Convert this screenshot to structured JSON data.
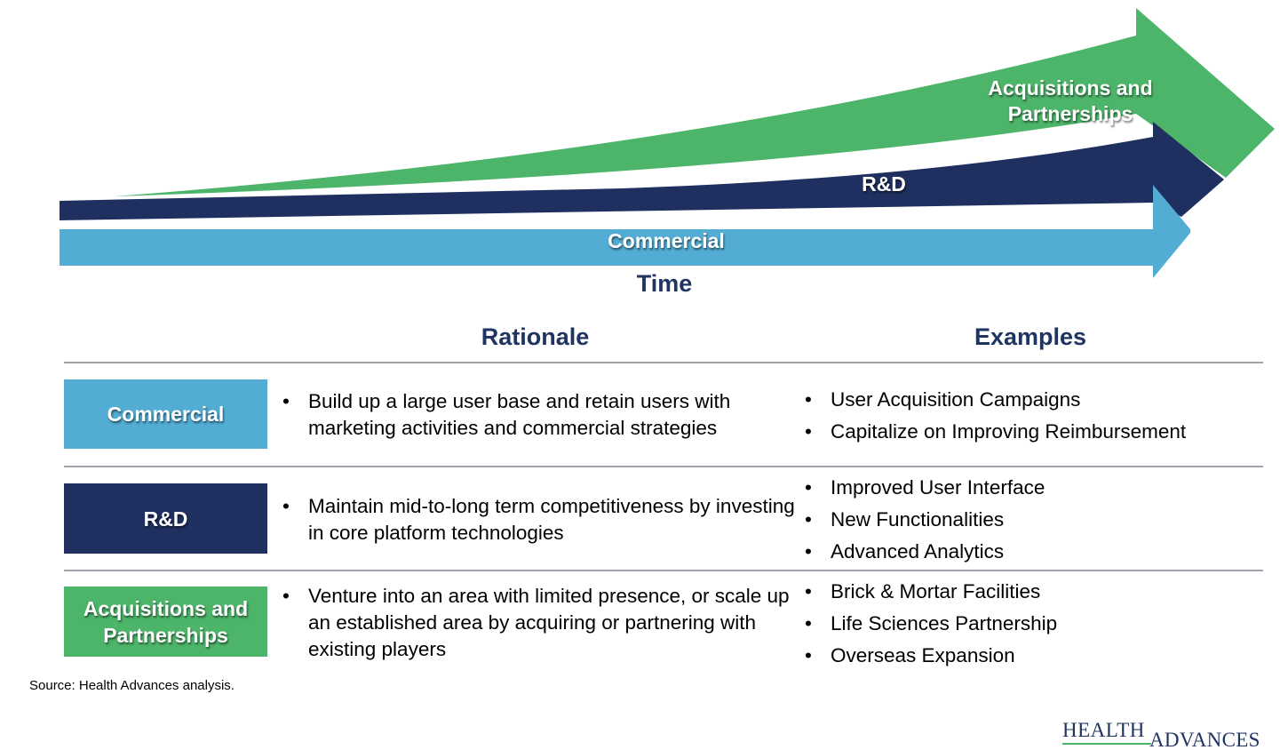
{
  "colors": {
    "commercial": "#52acd3",
    "rnd": "#1f3060",
    "acquisitions": "#4db56a",
    "heading": "#1f3461",
    "rule": "#9fa5ad"
  },
  "arrows": {
    "acquisitions_label": "Acquisitions and Partnerships",
    "rnd_label": "R&D",
    "commercial_label": "Commercial",
    "axis_label": "Time"
  },
  "table": {
    "header_rationale": "Rationale",
    "header_examples": "Examples",
    "rows": [
      {
        "category": "Commercial",
        "rationale": "Build up a large user base and retain users with marketing activities and commercial strategies",
        "examples": [
          "User Acquisition Campaigns",
          "Capitalize on Improving Reimbursement"
        ]
      },
      {
        "category": "R&D",
        "rationale": "Maintain mid-to-long term competitiveness by investing in core platform technologies",
        "examples": [
          "Improved User Interface",
          "New Functionalities",
          "Advanced Analytics"
        ]
      },
      {
        "category": "Acquisitions and Partnerships",
        "rationale": "Venture into an area with limited presence, or scale up an established area by acquiring or partnering with existing players",
        "examples": [
          "Brick & Mortar Facilities",
          "Life Sciences Partnership",
          "Overseas Expansion"
        ]
      }
    ]
  },
  "bullet_char": "•",
  "source": "Source:  Health Advances analysis.",
  "logo": {
    "word1": "HEALTH",
    "word2": "ADVANCES"
  }
}
